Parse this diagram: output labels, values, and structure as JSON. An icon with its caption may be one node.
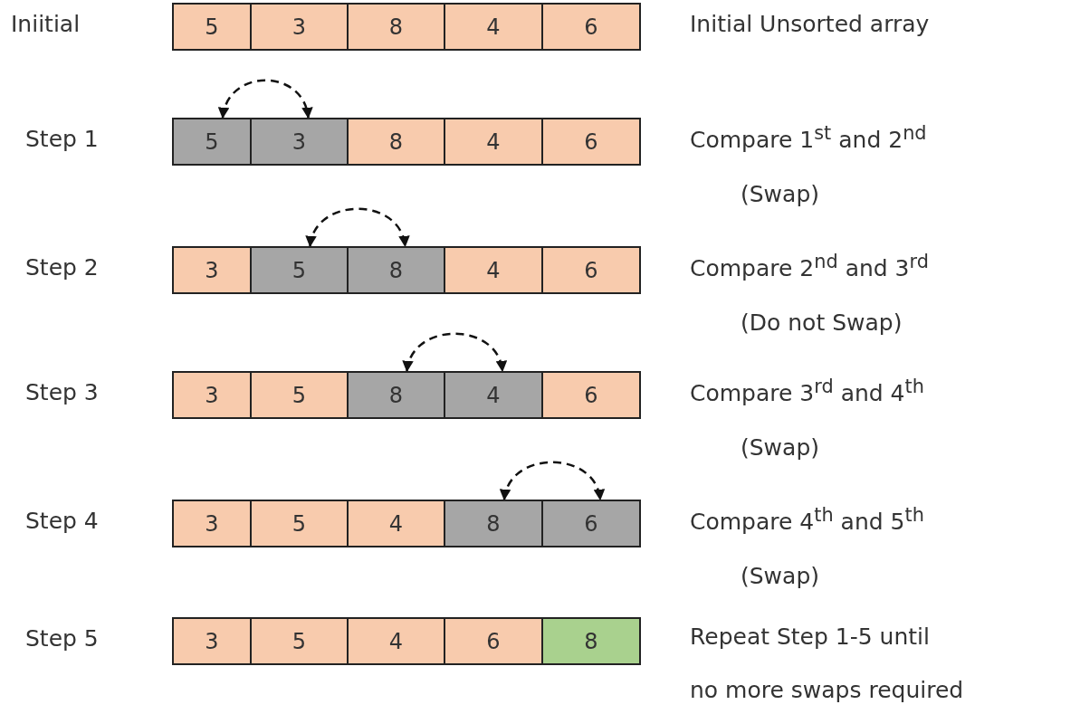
{
  "diagram": {
    "nodes": [
      {
        "text": [
          "5"
        ]
      },
      {
        "text": [
          "3"
        ]
      },
      {
        "text": [
          "8"
        ]
      },
      {
        "text": [
          "4"
        ]
      },
      {
        "text": [
          "6"
        ]
      },
      {
        "text": [
          "5"
        ]
      },
      {
        "text": [
          "3"
        ]
      },
      {
        "text": [
          "8"
        ]
      },
      {
        "text": [
          "4"
        ]
      },
      {
        "text": [
          "6"
        ]
      },
      {
        "text": [
          "3"
        ]
      },
      {
        "text": [
          "5"
        ]
      },
      {
        "text": [
          "8"
        ]
      },
      {
        "text": [
          "4"
        ]
      },
      {
        "text": [
          "6"
        ]
      },
      {
        "text": [
          "3"
        ]
      },
      {
        "text": [
          "5"
        ]
      },
      {
        "text": [
          "8"
        ]
      },
      {
        "text": [
          "4"
        ]
      },
      {
        "text": [
          "6"
        ]
      },
      {
        "text": [
          "3"
        ]
      },
      {
        "text": [
          "5"
        ]
      },
      {
        "text": [
          "4"
        ]
      },
      {
        "text": [
          "8"
        ]
      },
      {
        "text": [
          "6"
        ]
      },
      {
        "text": [
          "3"
        ]
      },
      {
        "text": [
          "5"
        ]
      },
      {
        "text": [
          "4"
        ]
      },
      {
        "text": [
          "6"
        ]
      },
      {
        "text": [
          "8"
        ]
      }
    ],
    "edges": [
      {
        "from": 5,
        "to": 6,
        "arrow": "both",
        "style": "dashed"
      },
      {
        "from": 11,
        "to": 12,
        "arrow": "both",
        "style": "dashed"
      },
      {
        "from": 17,
        "to": 18,
        "arrow": "both",
        "style": "dashed"
      },
      {
        "from": 23,
        "to": 24,
        "arrow": "both",
        "style": "dashed"
      }
    ],
    "labels": [
      "Iniitial",
      "Initial Unsorted array",
      "Step 1",
      "Compare 1$^{st}$ and 2$^{nd}$",
      "(Swap)",
      "Step 2",
      "Compare 2$^{nd}$ and 3$^{rd}$",
      "(Do not Swap)",
      "Step 3",
      "Compare 3$^{rd}$ and 4$^{th}$",
      "(Swap)",
      "Step 4",
      "Compare 4$^{th}$ and 5$^{th}$",
      "(Swap)",
      "Step 5",
      "Repeat  Step 1-5 until",
      "no more swaps required"
    ]
  }
}
